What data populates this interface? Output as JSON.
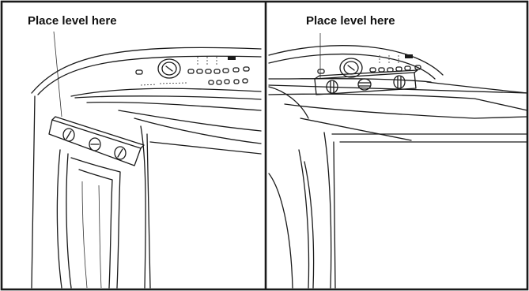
{
  "panels": [
    {
      "label": "Place level here",
      "view": "level-front-to-back"
    },
    {
      "label": "Place level here",
      "view": "level-side-to-side"
    }
  ]
}
